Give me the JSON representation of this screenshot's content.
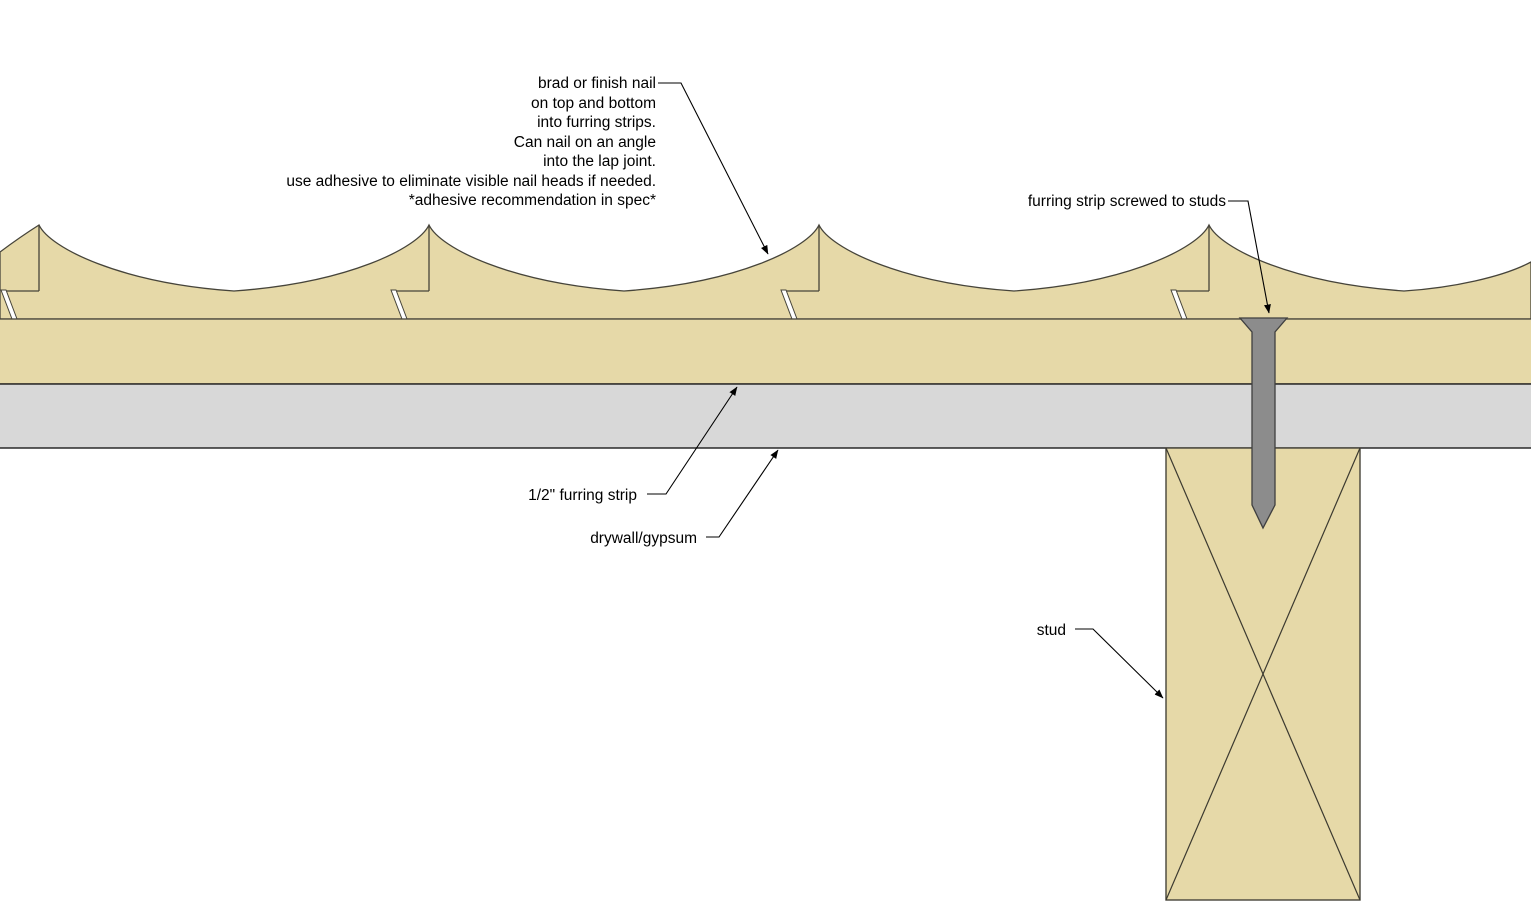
{
  "diagram": {
    "annotations": {
      "nail_note": {
        "lines": [
          "brad or finish nail",
          "on top and bottom",
          "into furring strips.",
          "Can nail on an angle",
          "into the lap joint.",
          "use adhesive to eliminate visible nail heads if needed.",
          "*adhesive recommendation in spec*"
        ]
      },
      "screw_label": "furring strip screwed to studs",
      "furring_label": "1/2\" furring strip",
      "drywall_label": "drywall/gypsum",
      "stud_label": "stud"
    },
    "colors": {
      "background": "#ffffff",
      "wood": "#e6d9a8",
      "wood_outline": "#46443a",
      "drywall": "#d8d8d8",
      "drywall_outline": "#1c1c1c",
      "screw": "#8c8c8c",
      "screw_outline": "#3f3f3f",
      "leader": "#000000",
      "text": "#000000"
    }
  }
}
